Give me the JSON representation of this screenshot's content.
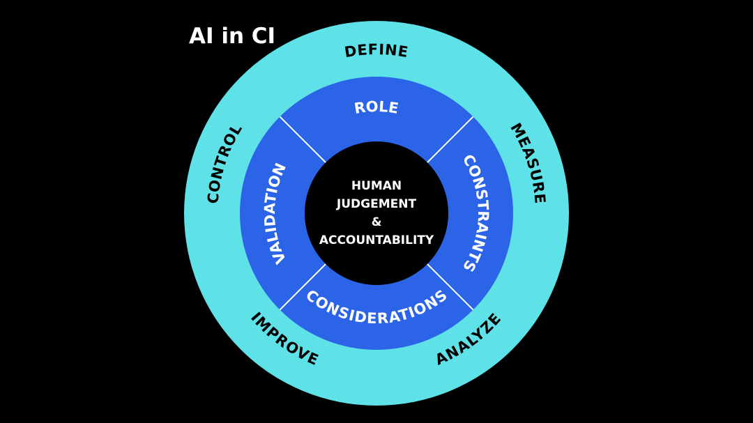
{
  "title": "AI in CI",
  "colors": {
    "background": "#000000",
    "outer_ring": "#5fe1e8",
    "middle_ring": "#2b64e6",
    "center": "#000000",
    "outer_text": "#000000",
    "inner_text": "#ffffff",
    "divider": "#ffffff"
  },
  "outer_ring": {
    "labels": [
      "DEFINE",
      "MEASURE",
      "ANALYZE",
      "IMPROVE",
      "CONTROL"
    ]
  },
  "middle_ring": {
    "labels": [
      "ROLE",
      "CONSTRAINTS",
      "CONSIDERATIONS",
      "VALIDATION"
    ]
  },
  "center": {
    "lines": [
      "HUMAN",
      "JUDGEMENT",
      "&",
      "ACCOUNTABILITY"
    ]
  }
}
